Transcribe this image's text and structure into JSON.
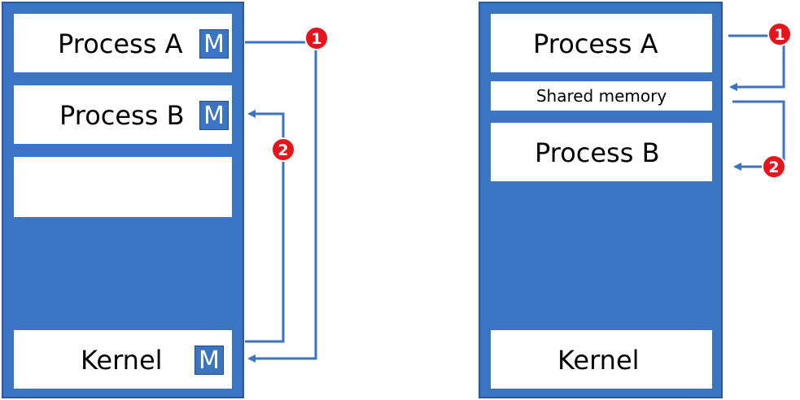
{
  "left": {
    "process_a": "Process A",
    "process_b": "Process B",
    "kernel": "Kernel",
    "memory_badge": "M"
  },
  "right": {
    "process_a": "Process A",
    "shared_memory": "Shared memory",
    "process_b": "Process B",
    "kernel": "Kernel"
  },
  "steps": {
    "one": "1",
    "two": "2"
  },
  "colors": {
    "memory_blue": "#3a74c2",
    "arrow_blue": "#3a74c2",
    "step_red": "#e8141c"
  }
}
